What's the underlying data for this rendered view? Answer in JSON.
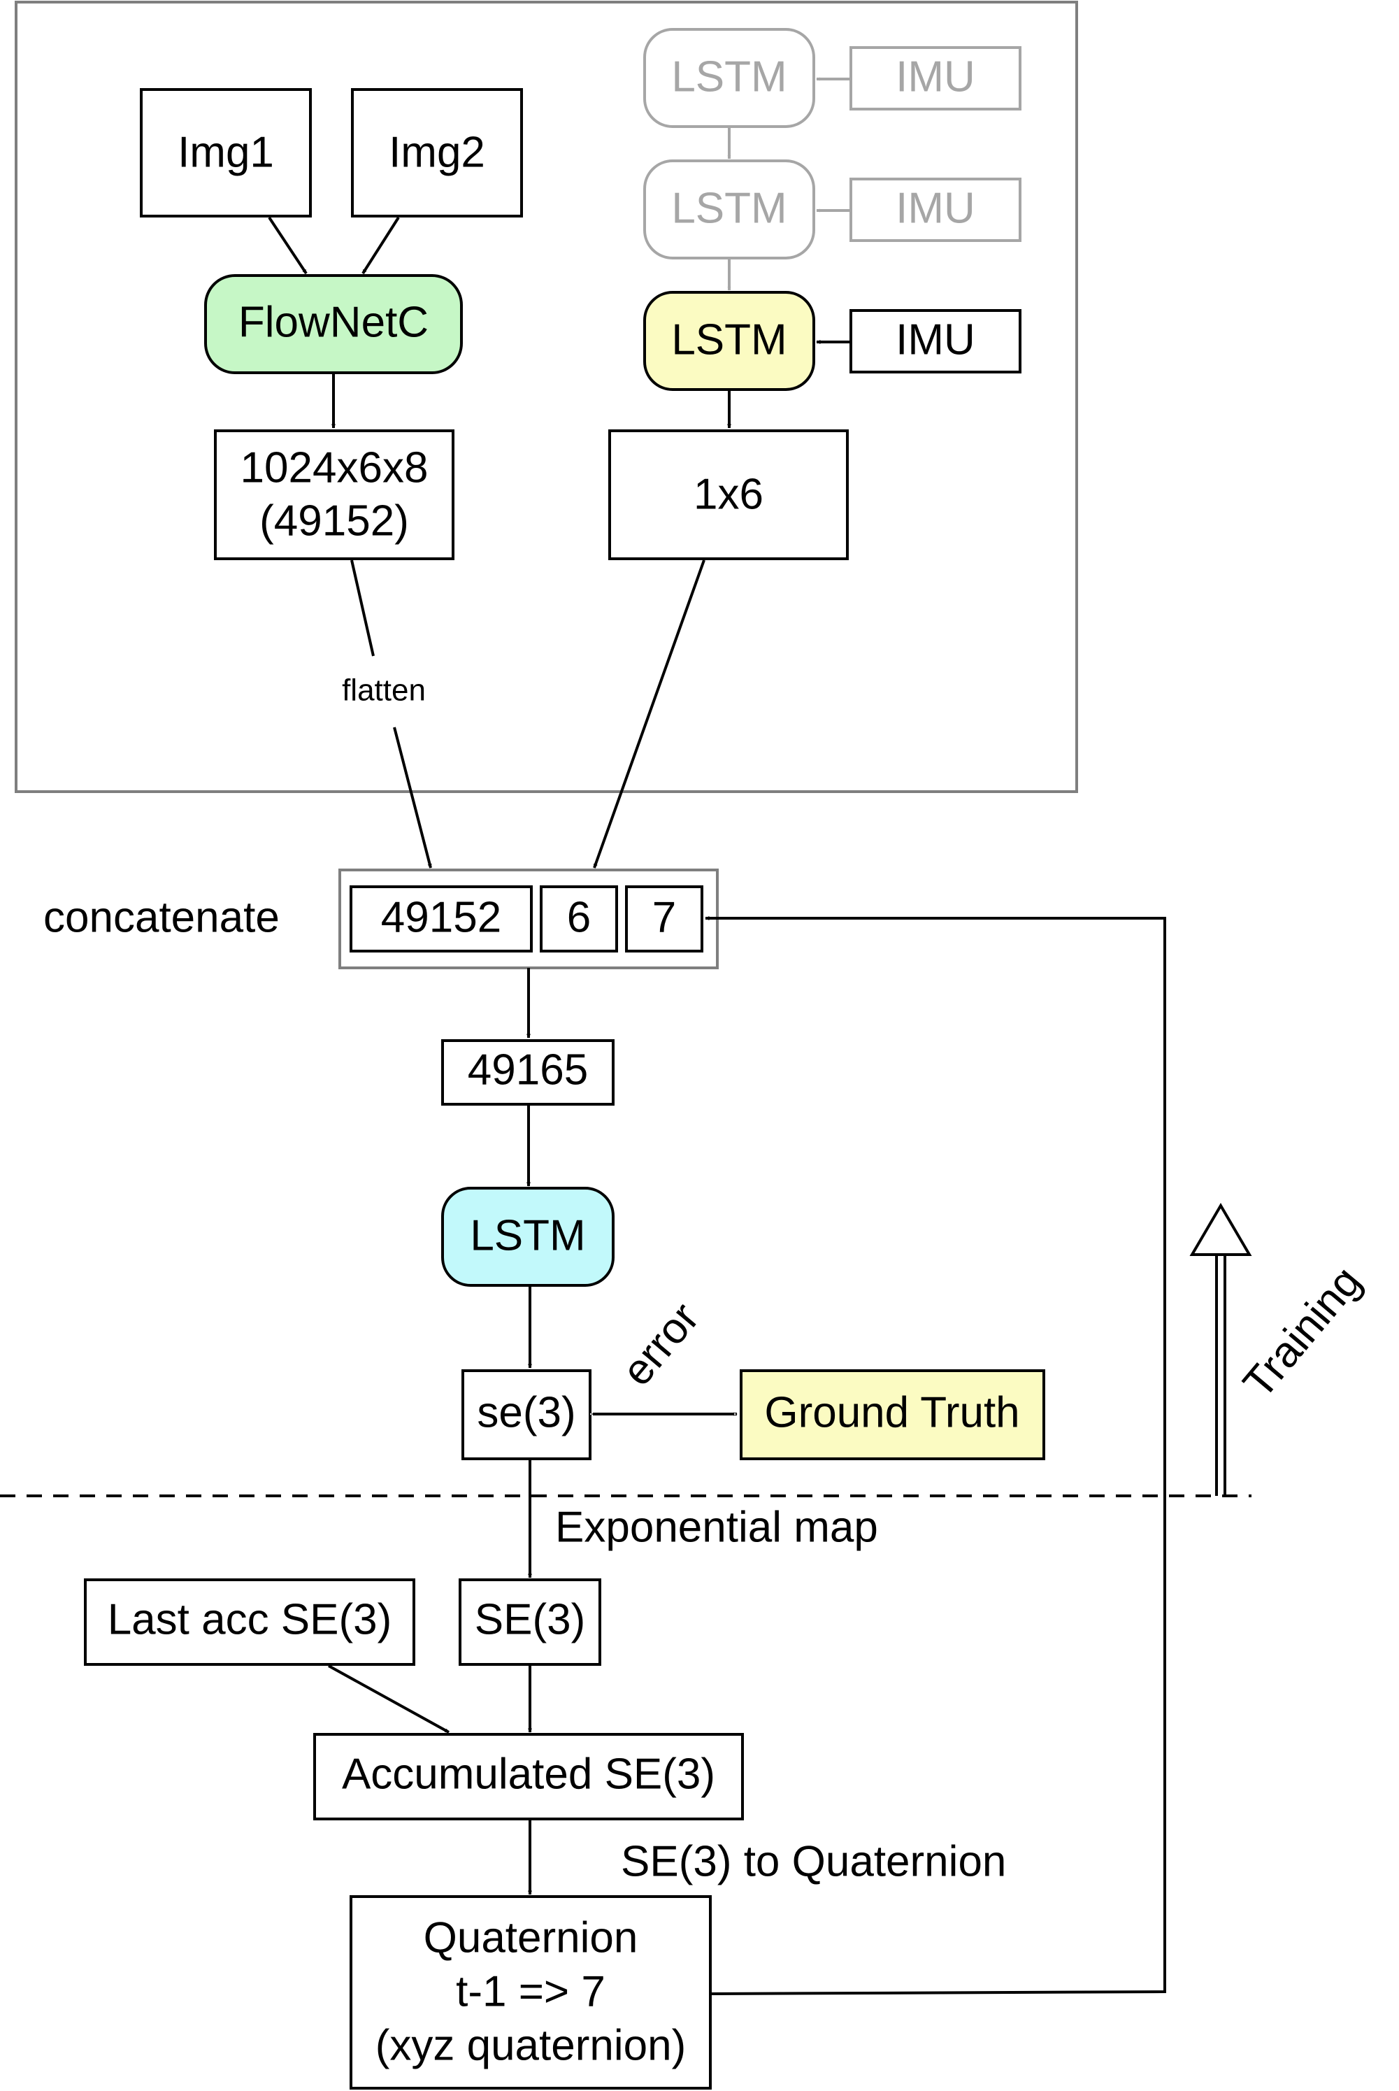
{
  "nodes": {
    "img1": "Img1",
    "img2": "Img2",
    "flownetc": "FlowNetC",
    "feature_dims": "1024x6x8",
    "feature_size": "(49152)",
    "flatten": "flatten",
    "lstm_grey_1": "LSTM",
    "lstm_grey_2": "LSTM",
    "lstm_imu": "LSTM",
    "imu_grey_1": "IMU",
    "imu_grey_2": "IMU",
    "imu": "IMU",
    "imu_out": "1x6",
    "concatenate": "concatenate",
    "concat_a": "49152",
    "concat_b": "6",
    "concat_c": "7",
    "concat_total": "49165",
    "lstm_main": "LSTM",
    "se3_small": "se(3)",
    "error": "error",
    "ground_truth": "Ground Truth",
    "training": "Training",
    "exponential_map": "Exponential map",
    "last_acc": "Last acc SE(3)",
    "se3_big": "SE(3)",
    "accumulated": "Accumulated SE(3)",
    "to_quaternion": "SE(3) to Quaternion",
    "quat_line1": "Quaternion",
    "quat_line2": "t-1 => 7",
    "quat_line3": "(xyz quaternion)"
  },
  "colors": {
    "flownetc_fill": "#c6f7c6",
    "lstm_imu_fill": "#fbfbc2",
    "lstm_main_fill": "#c2f9fb",
    "ground_truth_fill": "#fbfbc2",
    "inactive_grey": "#a6a6a6",
    "frame_grey": "#7f7f7f"
  }
}
